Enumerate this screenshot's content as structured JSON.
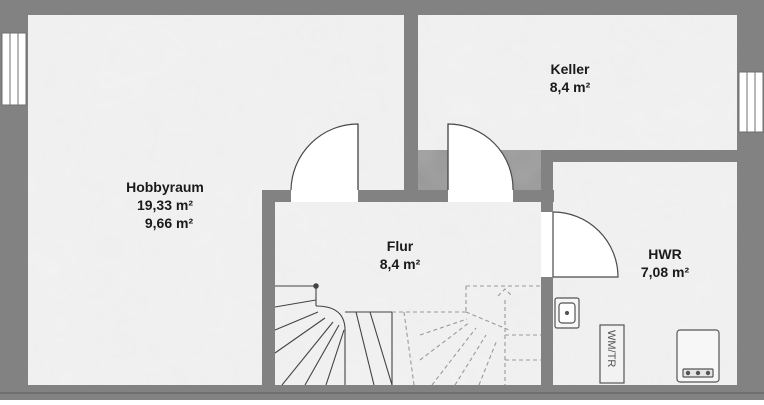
{
  "rooms": {
    "hobbyraum": {
      "name": "Hobbyraum",
      "area": "19,33 m²",
      "area_secondary": "9,66 m²"
    },
    "keller": {
      "name": "Keller",
      "area": "8,4 m²"
    },
    "flur": {
      "name": "Flur",
      "area": "8,4 m²"
    },
    "hwr": {
      "name": "HWR",
      "area": "7,08 m²"
    }
  },
  "appliances": {
    "washer_dryer": "WM/TR"
  },
  "colors": {
    "wall": "#828282",
    "wall_dark": "#6f6f6f",
    "floor": "#efefef",
    "floor_cloud": "#e2e2e2",
    "window": "#ffffff",
    "stairs": "#444444"
  }
}
